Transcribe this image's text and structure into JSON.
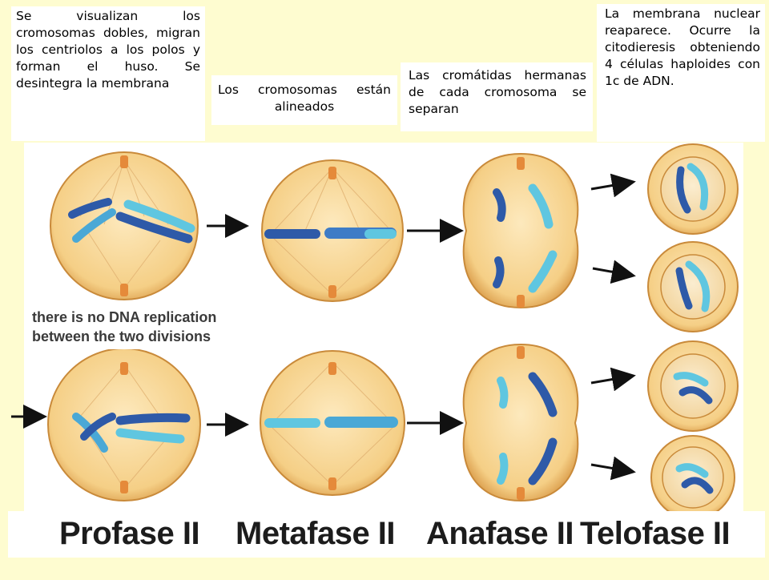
{
  "notes": {
    "profase": "Se visualizan los cromosomas dobles, migran los centriolos a los polos y forman el huso. Se desintegra la membrana",
    "metafase": "Los cromosomas están alineados",
    "anafase": "Las cromátidas hermanas de cada cromosoma se separan",
    "telofase": "La membrana nuclear reaparece. Ocurre la citodieresis obteniendo 4 células haploides con 1c de ADN."
  },
  "caption": {
    "line1": "there is no DNA replication",
    "line2": "between the two divisions"
  },
  "phases": {
    "profase": "Profase II",
    "metafase": "Metafase II",
    "anafase": "Anafase II",
    "telofase": "Telofase II"
  },
  "colors": {
    "page_background": "#fefcd0",
    "cell_fill": "#f7d79a",
    "cell_edge": "#c98a3a",
    "chromosome_dark": "#2e5aa8",
    "chromosome_light": "#5fc6e0",
    "centriole": "#e58a3a"
  }
}
